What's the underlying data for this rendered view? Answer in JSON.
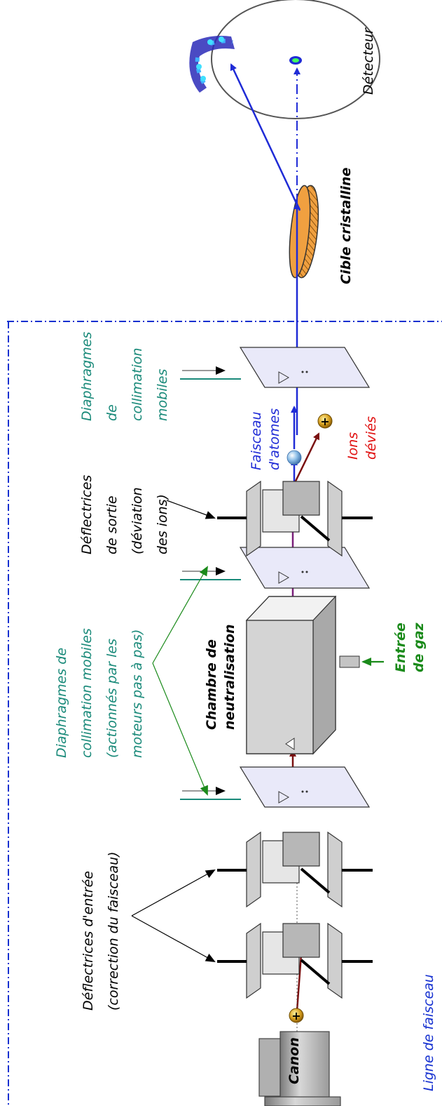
{
  "labels": {
    "detecteur": "Détecteur",
    "cible": "Cible cristalline",
    "diaph_mobiles": [
      "Diaphragmes",
      "de",
      "collimation",
      "mobiles"
    ],
    "faisceau_atomes": [
      "Faisceau",
      "d'atomes"
    ],
    "ions_devies": [
      "Ions",
      "déviés"
    ],
    "deflect_sortie": [
      "Déflectrices",
      "de sortie",
      "(déviation",
      "des ions)"
    ],
    "diaph_moteurs": [
      "Diaphragmes de",
      "collimation mobiles",
      "(actionnés par les",
      "moteurs pas à pas)"
    ],
    "chambre": [
      "Chambre de",
      "neutralisation"
    ],
    "entree_gaz": [
      "Entrée",
      "de gaz"
    ],
    "deflect_entree": [
      "Déflectrices d'entrée",
      "(correction du faisceau)"
    ],
    "canon": "Canon",
    "ligne": "Ligne de faisceau"
  },
  "colors": {
    "beam_blue": "#1f2bd6",
    "ion_dark_red": "#7a1010",
    "violet": "#7a1f7a",
    "teal": "#1a8a7a",
    "green": "#1a8a1a",
    "red": "#e01010",
    "frame": "#1530d0",
    "target": "#f0a040"
  }
}
